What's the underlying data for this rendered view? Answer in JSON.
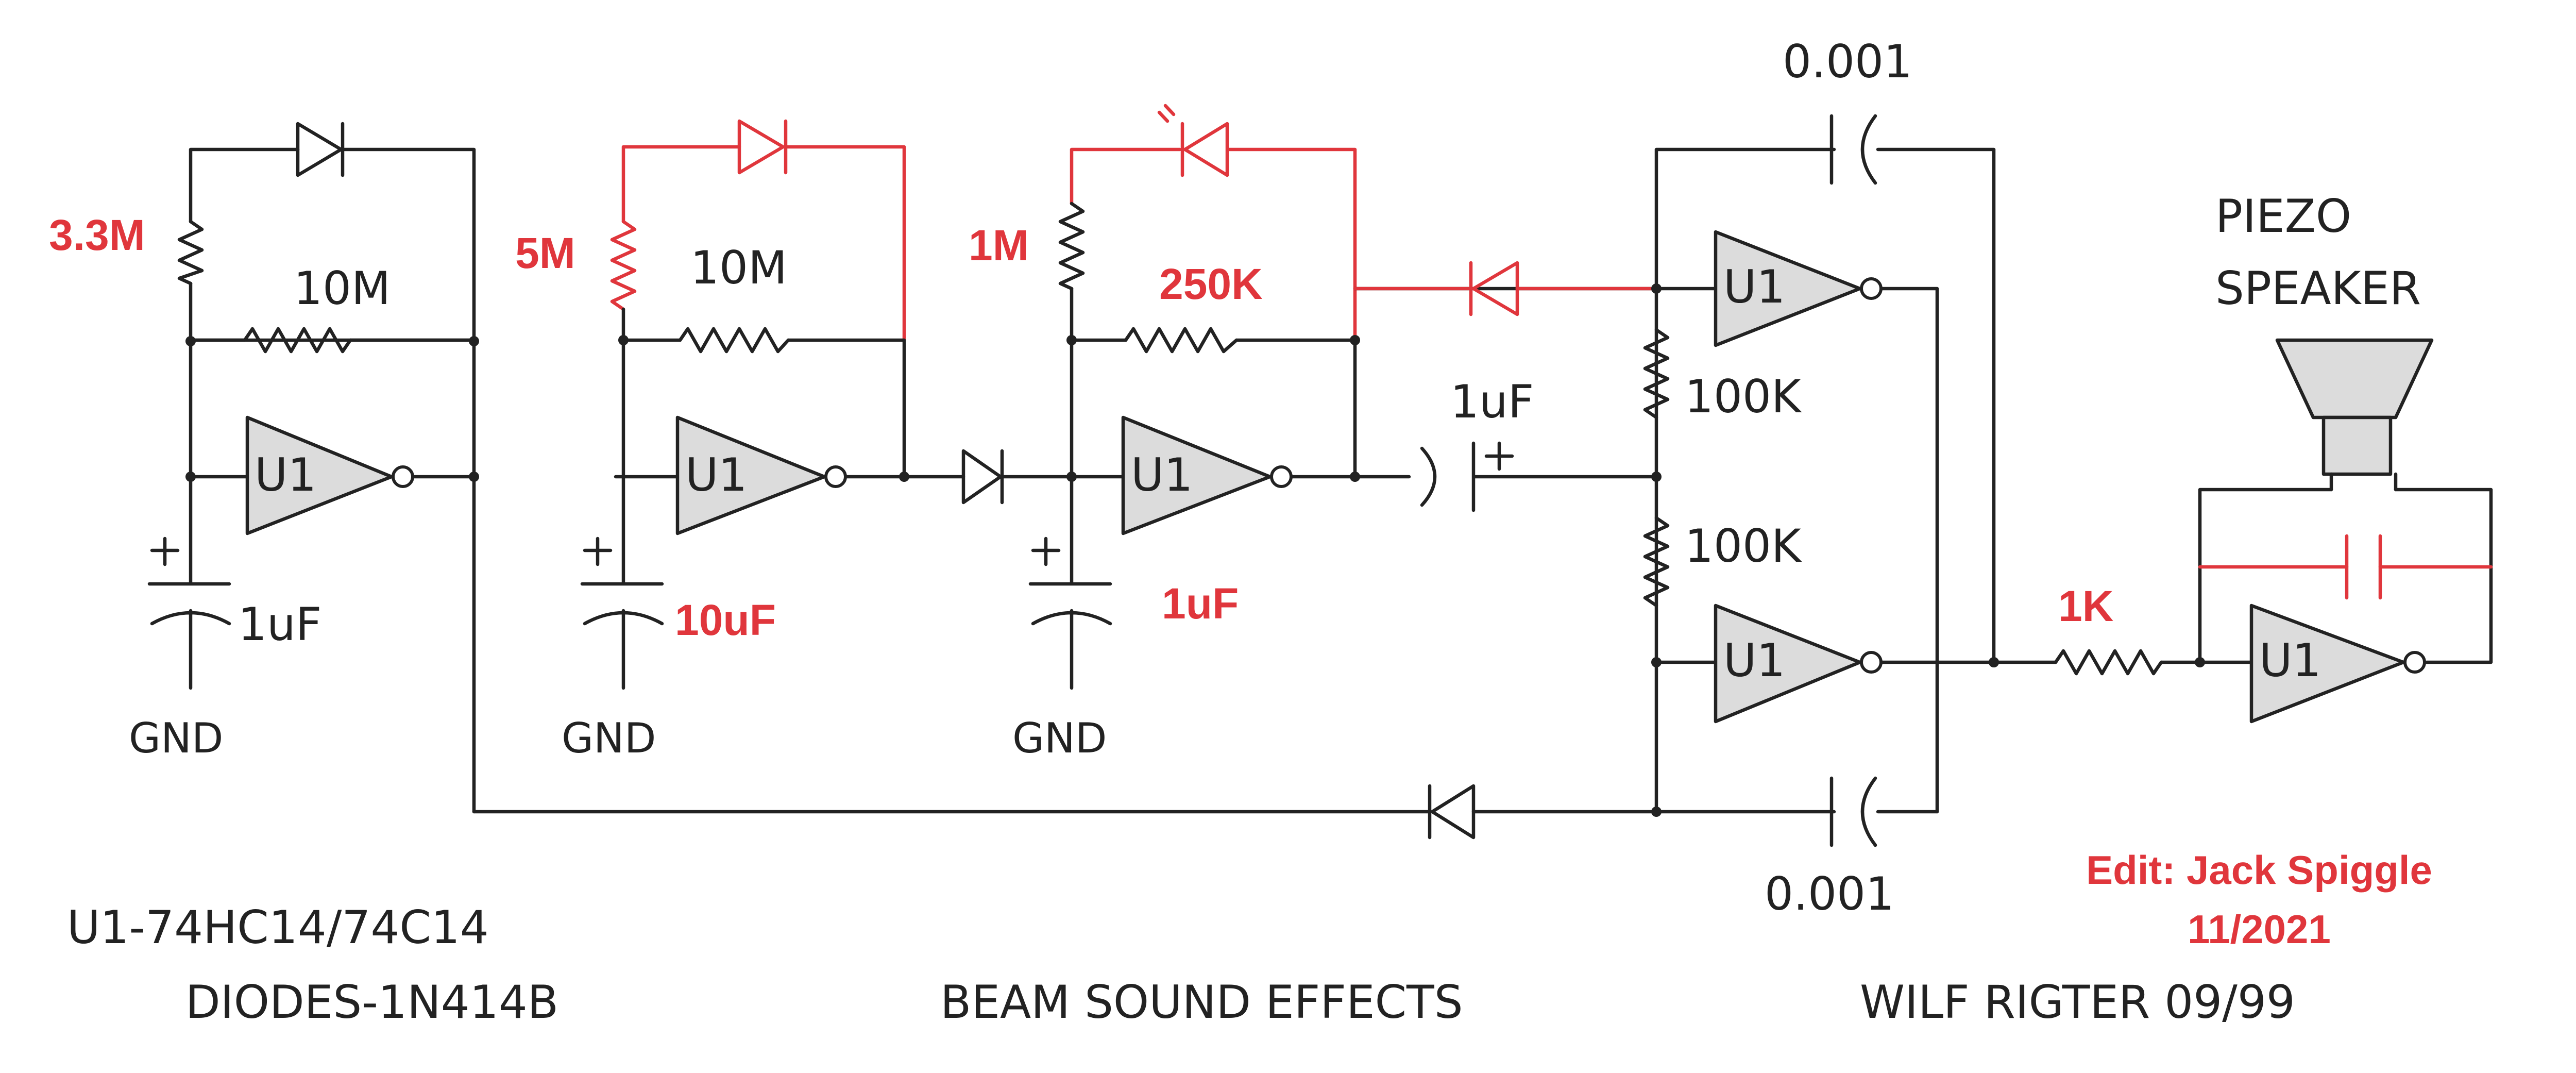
{
  "labels": {
    "r1a": "3.3M",
    "r1b": "10M",
    "c1": "1uF",
    "gnd1": "GND",
    "r2a": "5M",
    "r2b": "10M",
    "c2": "10uF",
    "gnd2": "GND",
    "r3a": "1M",
    "r3b": "250K",
    "c3": "1uF",
    "gnd3": "GND",
    "c_coupling": "1uF",
    "r_div1": "100K",
    "r_div2": "100K",
    "c_top": "0.001",
    "c_bottom": "0.001",
    "r_out": "1K",
    "speaker_line1": "PIEZO",
    "speaker_line2": "SPEAKER",
    "gate": "U1"
  },
  "footer": {
    "parts_line1": "U1-74HC14/74C14",
    "parts_line2": "DIODES-1N414B",
    "title": "BEAM SOUND EFFECTS",
    "author": "WILF RIGTER 09/99",
    "edit_line1": "Edit: Jack Spiggle",
    "edit_line2": "11/2021"
  },
  "colors": {
    "ink": "#222222",
    "edit": "#e0363c",
    "gate_fill": "#dcdcdc"
  }
}
